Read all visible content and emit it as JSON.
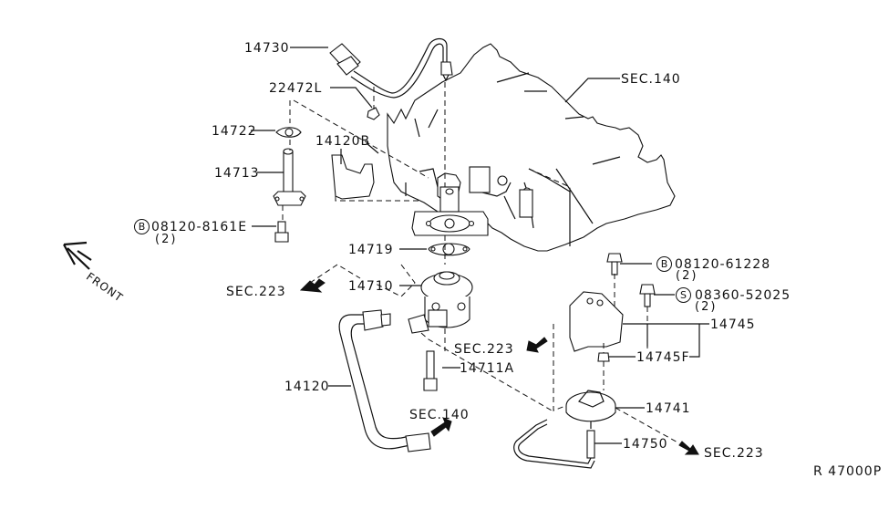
{
  "diagram": {
    "title": "EGR Valve Parts Diagram",
    "reference_code": "R 47000P",
    "orientation": {
      "label": "FRONT",
      "icon": "arrow-up-left-icon"
    },
    "parts": [
      {
        "id": "p14730",
        "number": "14730"
      },
      {
        "id": "p22472L",
        "number": "22472L"
      },
      {
        "id": "p14722",
        "number": "14722"
      },
      {
        "id": "p14120B",
        "number": "14120B"
      },
      {
        "id": "p14713",
        "number": "14713"
      },
      {
        "id": "p14719",
        "number": "14719"
      },
      {
        "id": "p14710",
        "number": "14710"
      },
      {
        "id": "p14711A",
        "number": "14711A"
      },
      {
        "id": "p14120",
        "number": "14120"
      },
      {
        "id": "p14745",
        "number": "14745"
      },
      {
        "id": "p14745F",
        "number": "14745F"
      },
      {
        "id": "p14741",
        "number": "14741"
      },
      {
        "id": "p14750",
        "number": "14750"
      }
    ],
    "fasteners": [
      {
        "type_symbol": "B",
        "number": "08120-8161E",
        "qty": "(2)"
      },
      {
        "type_symbol": "B",
        "number": "08120-61228",
        "qty": "(2)"
      },
      {
        "type_symbol": "S",
        "number": "08360-52025",
        "qty": "(2)"
      }
    ],
    "section_refs": [
      {
        "label": "SEC.140",
        "location": "intake-manifold"
      },
      {
        "label": "SEC.223",
        "location": "left"
      },
      {
        "label": "SEC.223",
        "location": "center"
      },
      {
        "label": "SEC.140",
        "location": "bottom-center"
      },
      {
        "label": "SEC.223",
        "location": "bottom-right"
      }
    ]
  }
}
